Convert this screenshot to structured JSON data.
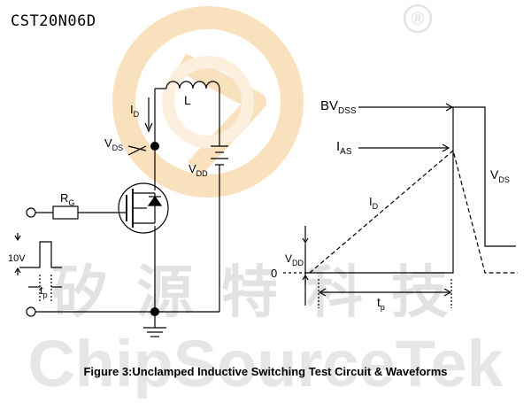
{
  "header": {
    "part_number": "CST20N06D"
  },
  "watermark": {
    "registered_symbol": "®",
    "chinese_text": "矽源特科技",
    "english_text": "ChipSourceTek",
    "logo_color": "#f6c98a"
  },
  "circuit": {
    "id_main": "I",
    "id_sub": "D",
    "inductor_label": "L",
    "vds_main": "V",
    "vds_sub": "DS",
    "rg_main": "R",
    "rg_sub": "G",
    "vdd_main": "V",
    "vdd_sub": "DD",
    "pulse_amplitude": "10V",
    "pulse_width_main": "t",
    "pulse_width_sub": "p"
  },
  "waveform": {
    "bvdss_main": "BV",
    "bvdss_sub": "DSS",
    "ias_main": "I",
    "ias_sub": "AS",
    "id_main": "I",
    "id_sub": "D",
    "vds_main": "V",
    "vds_sub": "DS",
    "vdd_main": "V",
    "vdd_sub": "DD",
    "zero_label": "0",
    "tp_main": "t",
    "tp_sub": "p"
  },
  "caption": "Figure 3:Unclamped Inductive Switching Test Circuit & Waveforms"
}
